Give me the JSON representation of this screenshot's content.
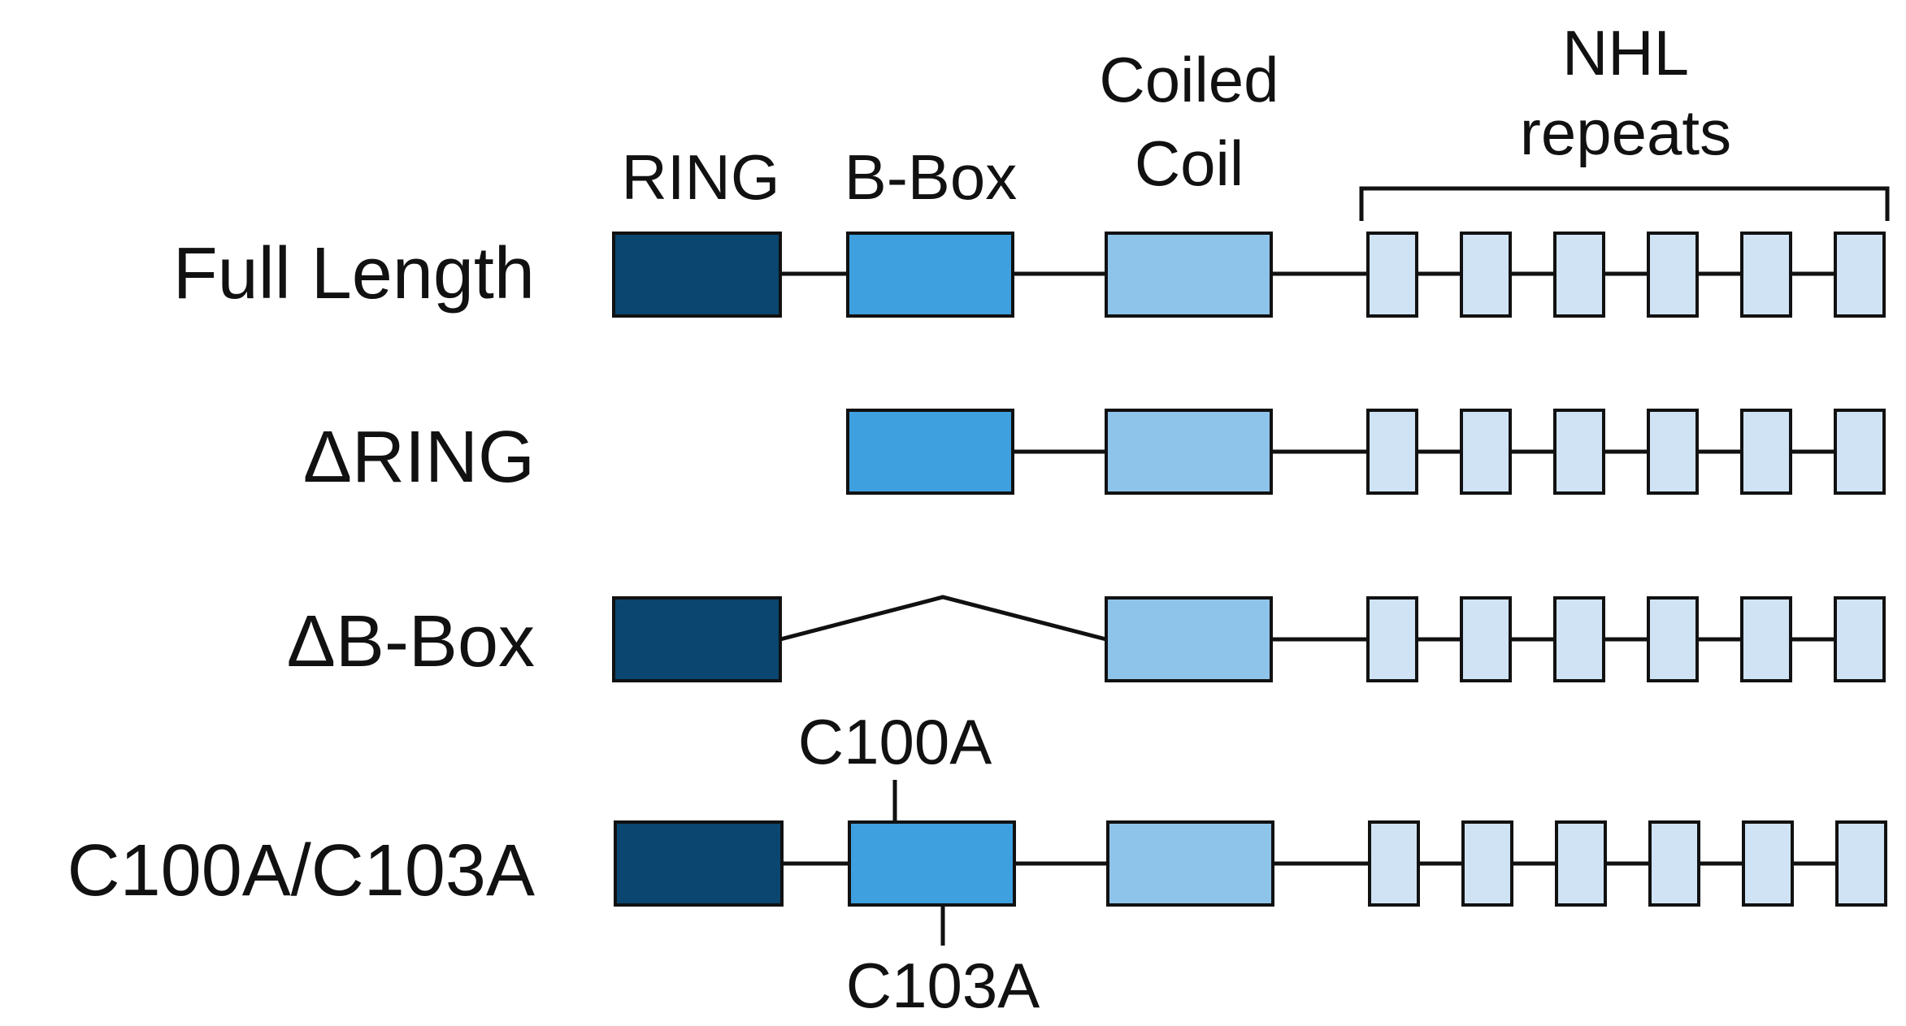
{
  "colors": {
    "ring": "#0a4670",
    "bbox": "#3ea0df",
    "coiled_coil": "#8fc4ea",
    "nhl": "#cfe3f5",
    "line": "#111111"
  },
  "domain_headers": {
    "ring": "RING",
    "bbox": "B-Box",
    "coiled_coil_line1": "Coiled",
    "coiled_coil_line2": "Coil",
    "nhl_line1": "NHL",
    "nhl_line2": "repeats"
  },
  "constructs": [
    {
      "label": "Full Length"
    },
    {
      "label": "ΔRING"
    },
    {
      "label": "ΔB-Box"
    },
    {
      "label": "C100A/C103A"
    }
  ],
  "mutations": {
    "top": "C100A",
    "bottom": "C103A"
  }
}
